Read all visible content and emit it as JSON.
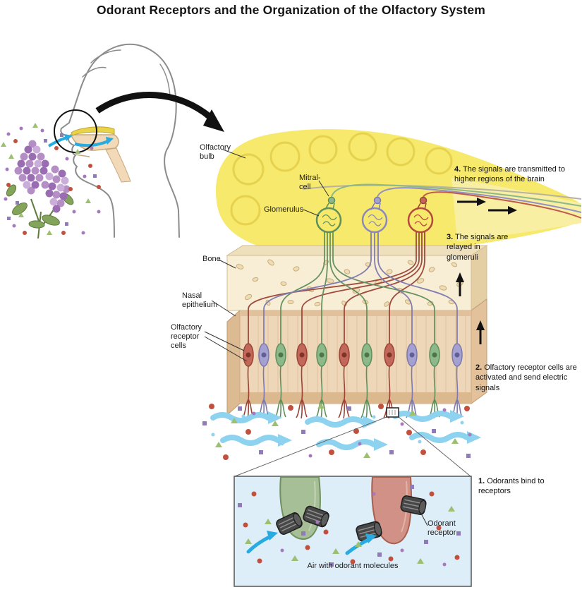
{
  "title": "Odorant Receptors and the Organization of the Olfactory System",
  "labels": {
    "olfactory_bulb": "Olfactory bulb",
    "mitral_cell": "Mitral- cell",
    "glomerulus": "Glomerulus",
    "bone": "Bone",
    "nasal_epithelium": "Nasal epithelium",
    "olfactory_receptor_cells": "Olfactory receptor cells",
    "odorant_receptor": "Odorant receptor",
    "air_with_odorant_molecules": "Air with odorant molecules"
  },
  "steps": [
    {
      "number": "1.",
      "text": "Odorants bind to receptors"
    },
    {
      "number": "2.",
      "text": "Olfactory receptor cells are activated and send electric signals"
    },
    {
      "number": "3.",
      "text": "The signals are relayed in glomeruli"
    },
    {
      "number": "4.",
      "text": "The signals are transmitted to higher regions of the brain"
    }
  ],
  "colors": {
    "bulb_yellow": "#f6e96b",
    "bone_cream": "#f8eed6",
    "epithelium_tan": "#eed7b8",
    "neuron_green": "#8db98a",
    "neuron_red": "#c1685a",
    "neuron_purple": "#a4a1d0",
    "air_arrow_blue": "#8dd2ef",
    "accent_blue": "#29abe2",
    "inset_bg": "#deeef8"
  }
}
